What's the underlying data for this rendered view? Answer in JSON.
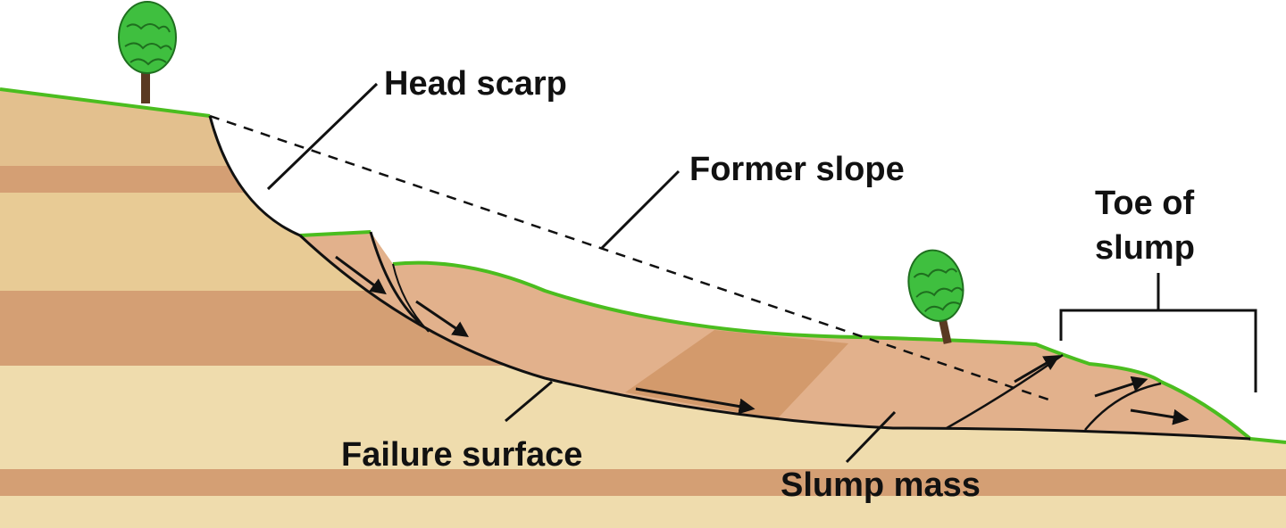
{
  "labels": {
    "head_scarp": "Head scarp",
    "former_slope": "Former slope",
    "toe_line1": "Toe of",
    "toe_line2": "slump",
    "failure_surface": "Failure surface",
    "slump_mass": "Slump mass"
  },
  "colors": {
    "background": "#ffffff",
    "sand_light": "#efdcad",
    "sand_band": "#e3c08e",
    "clay_band": "#d49f74",
    "slump_mass": "#e2b18c",
    "slump_dark_band": "#d39a6c",
    "grass": "#4bbd1f",
    "tree_leaf": "#3fbf3f",
    "tree_trunk": "#5a3a22",
    "line": "#111111"
  }
}
